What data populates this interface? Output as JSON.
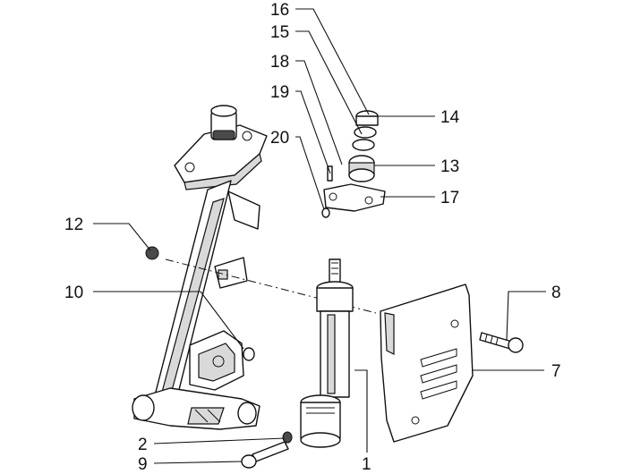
{
  "callouts": [
    "16",
    "15",
    "18",
    "19",
    "20",
    "14",
    "13",
    "17",
    "12",
    "10",
    "8",
    "7",
    "2",
    "9",
    "1"
  ]
}
